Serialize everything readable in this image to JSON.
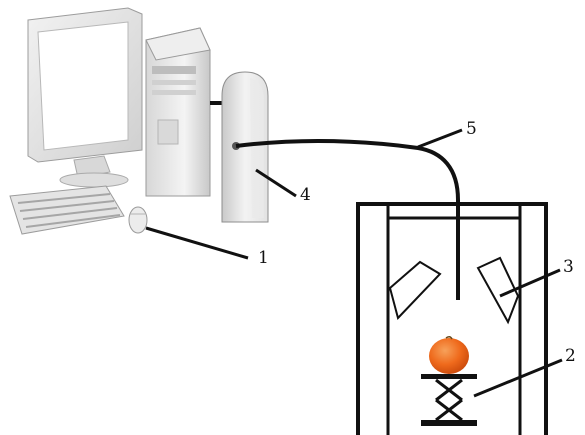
{
  "labels": {
    "mouse": "1",
    "lift_stage": "2",
    "light_source": "3",
    "spectrometer": "4",
    "optical_fiber": "5"
  },
  "colors": {
    "line": "#111111",
    "device_gray": "#e6e6e6",
    "device_outline": "#777777",
    "screen": "#ffffff",
    "orange": "#ef6a1c",
    "orange_highlight": "#f7a15a"
  },
  "icons": [
    "computer-monitor-icon",
    "computer-tower-icon",
    "keyboard-icon",
    "mouse-icon",
    "spectrometer-icon",
    "orange-fruit-icon"
  ]
}
